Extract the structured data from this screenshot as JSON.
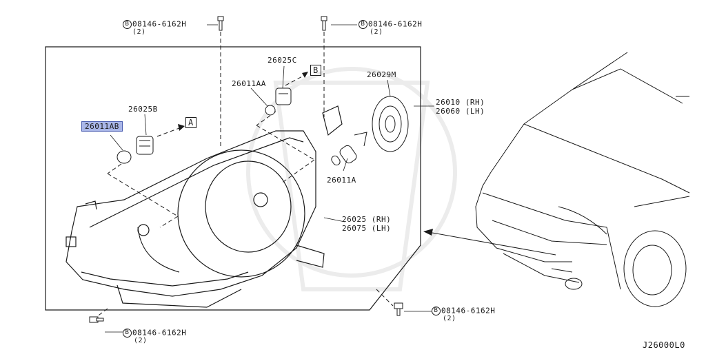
{
  "parts": {
    "p26011AB": "26011AB",
    "p26025B": "26025B",
    "p26011AA": "26011AA",
    "p26025C": "26025C",
    "p26029M": "26029M",
    "p26011A": "26011A",
    "p26010": "26010 (RH)",
    "p26060": "26060 (LH)",
    "p26025": "26025 (RH)",
    "p26075": "26075 (LH)"
  },
  "refs": {
    "A": "A",
    "B": "B"
  },
  "bolts": {
    "code": "08146-6162H",
    "symbol": "B",
    "qty": "(2)"
  },
  "footer": {
    "diagram_code": "J26000L0"
  },
  "colors": {
    "line": "#1a1a1a",
    "highlight": "#a9b6e8"
  }
}
